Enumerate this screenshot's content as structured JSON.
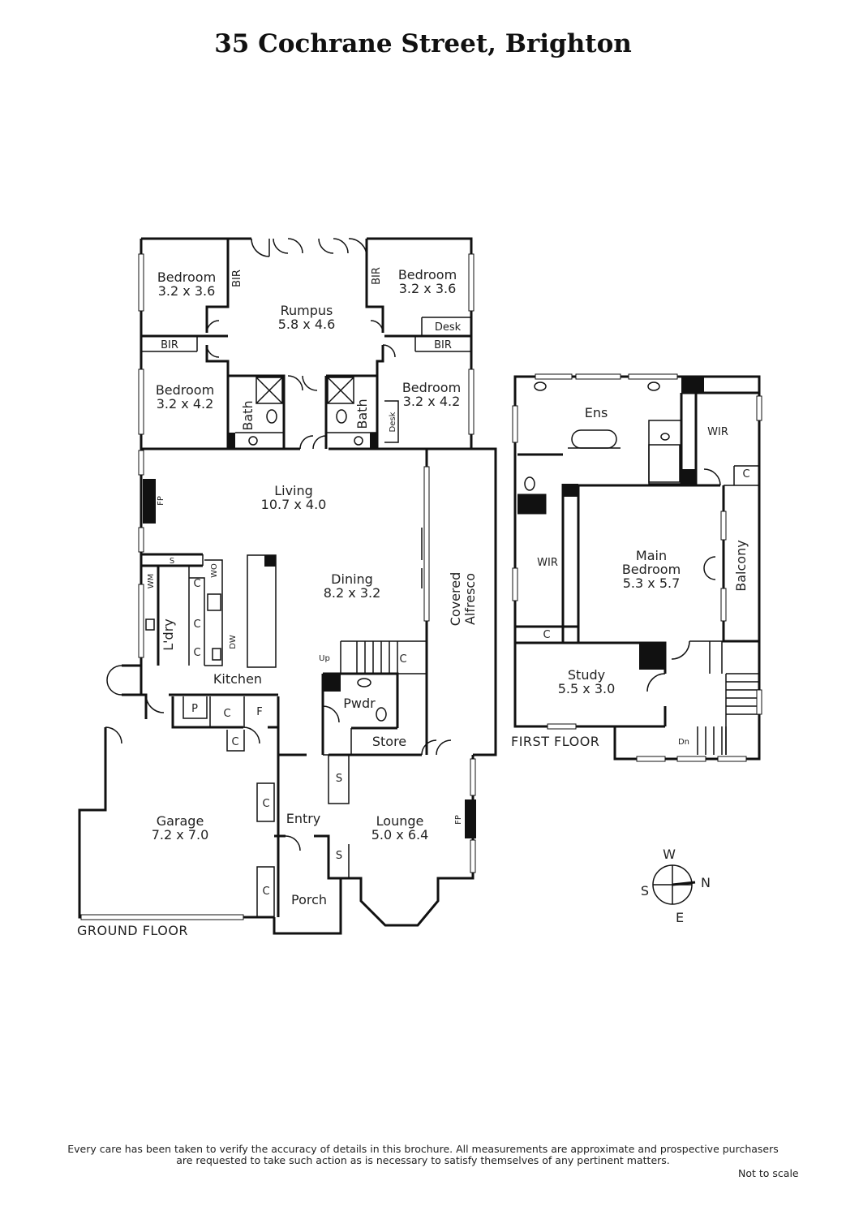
{
  "title": "35 Cochrane Street, Brighton",
  "floors": {
    "ground": "GROUND FLOOR",
    "first": "FIRST FLOOR"
  },
  "rooms": {
    "bed_tl": {
      "name": "Bedroom",
      "dims": "3.2 x 3.6"
    },
    "bed_tr": {
      "name": "Bedroom",
      "dims": "3.2 x 3.6"
    },
    "bed_ml": {
      "name": "Bedroom",
      "dims": "3.2 x 4.2"
    },
    "bed_mr": {
      "name": "Bedroom",
      "dims": "3.2 x 4.2"
    },
    "rumpus": {
      "name": "Rumpus",
      "dims": "5.8 x 4.6"
    },
    "living": {
      "name": "Living",
      "dims": "10.7 x 4.0"
    },
    "dining": {
      "name": "Dining",
      "dims": "8.2 x 3.2"
    },
    "garage": {
      "name": "Garage",
      "dims": "7.2 x 7.0"
    },
    "lounge": {
      "name": "Lounge",
      "dims": "5.0 x 6.4"
    },
    "main_bedroom": {
      "name1": "Main",
      "name2": "Bedroom",
      "dims": "5.3 x 5.7"
    },
    "study": {
      "name": "Study",
      "dims": "5.5 x 3.0"
    }
  },
  "labels": {
    "bir": "BIR",
    "desk": "Desk",
    "bath": "Bath",
    "fp": "FP",
    "s": "S",
    "wm": "WM",
    "wo": "WO",
    "c": "C",
    "dw": "DW",
    "laundry": "L'dry",
    "kitchen": "Kitchen",
    "p": "P",
    "f": "F",
    "pwdr": "Pwdr",
    "store": "Store",
    "up": "Up",
    "dn": "Dn",
    "entry": "Entry",
    "porch": "Porch",
    "covered_alfresco_1": "Covered",
    "covered_alfresco_2": "Alfresco",
    "ens": "Ens",
    "wir": "WIR",
    "balcony": "Balcony"
  },
  "compass": {
    "w": "W",
    "s": "S",
    "n": "N",
    "e": "E"
  },
  "disclaimer": {
    "line1": "Every care has been taken to verify the accuracy of details in this brochure.  All measurements are approximate and prospective purchasers",
    "line2": "are requested to take such action as is necessary to satisfy themselves of any pertinent matters."
  },
  "not_to_scale": "Not to scale"
}
